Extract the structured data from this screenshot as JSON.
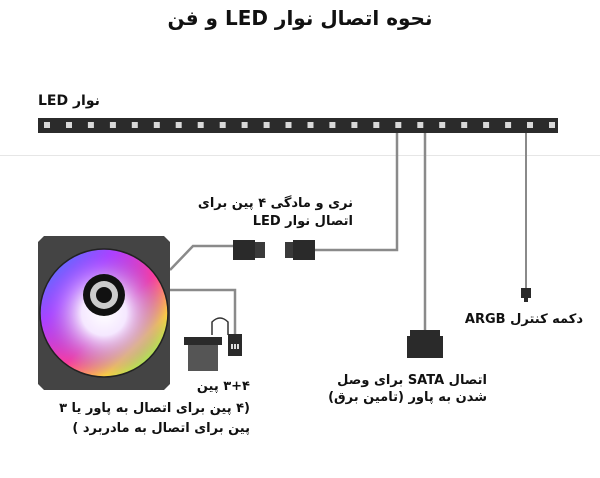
{
  "title": "نحوه اتصال نوار LED و فن",
  "labels": {
    "strip": "نوار LED",
    "connector_line1": "نری و مادگی ۴ پین برای",
    "connector_line2": "اتصال نوار LED",
    "argb": "دکمه کنترل ARGB",
    "sata_line1": "اتصال SATA برای وصل",
    "sata_line2": "شدن به پاور (تامین برق)",
    "fan_line1": "۳+۴ پین",
    "fan_line2": "(۴ پین برای اتصال به پاور یا ۳",
    "fan_line3": "پین برای اتصال به مادربرد )"
  },
  "led_count": 24,
  "colors": {
    "strip": "#2b2b2b",
    "led": "#d9d9d9",
    "wire": "#8a8a8a",
    "connector": "#2a2a2a"
  }
}
